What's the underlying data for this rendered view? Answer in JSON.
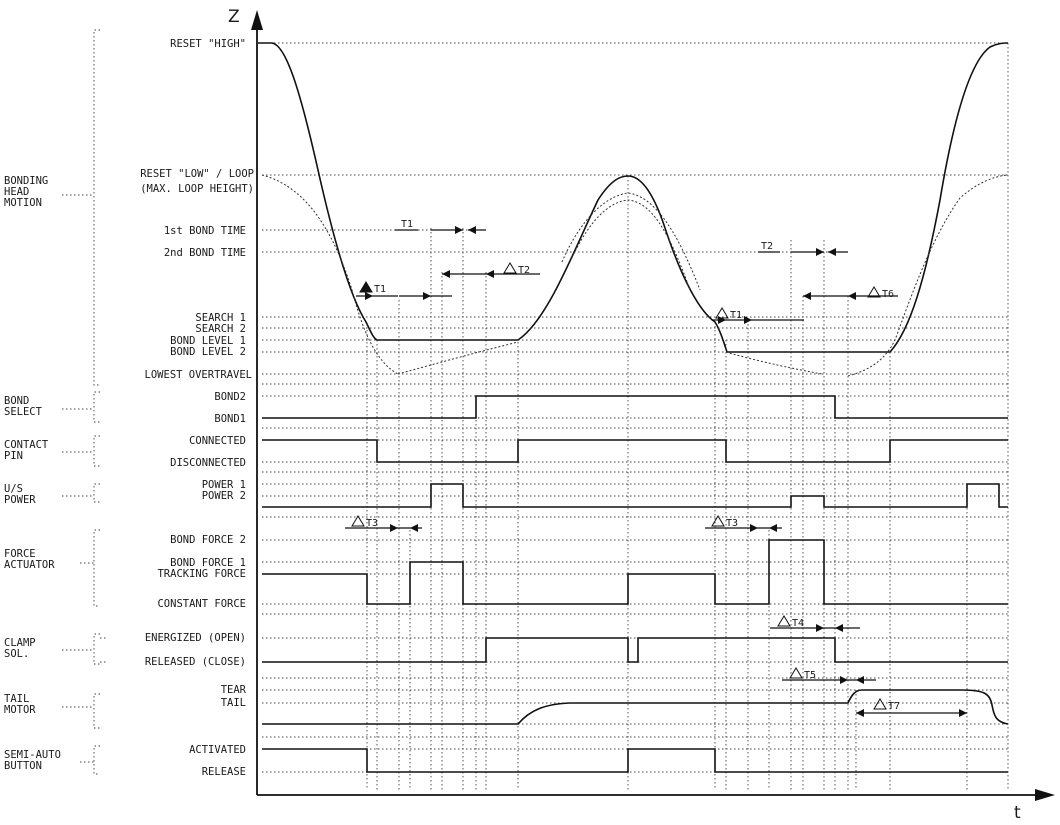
{
  "axes": {
    "z": "Z",
    "t": "t"
  },
  "groups": [
    {
      "id": "bonding-head-motion",
      "label": [
        "BONDING",
        "HEAD",
        "MOTION"
      ]
    },
    {
      "id": "bond-select",
      "label": [
        "BOND",
        "SELECT"
      ]
    },
    {
      "id": "contact-pin",
      "label": [
        "CONTACT",
        "PIN"
      ]
    },
    {
      "id": "us-power",
      "label": [
        "U/S",
        "POWER"
      ]
    },
    {
      "id": "force-actuator",
      "label": [
        "FORCE",
        "ACTUATOR"
      ]
    },
    {
      "id": "clamp-sol",
      "label": [
        "CLAMP",
        "SOL."
      ]
    },
    {
      "id": "tail-motor",
      "label": [
        "TAIL",
        "MOTOR"
      ]
    },
    {
      "id": "semi-auto-button",
      "label": [
        "SEMI-AUTO",
        "BUTTON"
      ]
    }
  ],
  "levels": {
    "reset_high": "RESET \"HIGH\"",
    "reset_low_1": "RESET \"LOW\" / LOOP",
    "reset_low_2": "(MAX. LOOP HEIGHT)",
    "first_bond_time": "1st BOND TIME",
    "second_bond_time": "2nd BOND TIME",
    "search1": "SEARCH 1",
    "search2": "SEARCH 2",
    "bond_level1": "BOND LEVEL 1",
    "bond_level2": "BOND LEVEL 2",
    "lowest_overtravel": "LOWEST OVERTRAVEL",
    "bond2": "BOND2",
    "bond1": "BOND1",
    "connected": "CONNECTED",
    "disconnected": "DISCONNECTED",
    "power1": "POWER 1",
    "power2": "POWER 2",
    "bond_force2": "BOND FORCE 2",
    "bond_force1": "BOND FORCE 1",
    "tracking_force": "TRACKING FORCE",
    "constant_force": "CONSTANT FORCE",
    "energized": "ENERGIZED (OPEN)",
    "released_close": "RELEASED (CLOSE)",
    "tear": "TEAR",
    "tail": "TAIL",
    "activated": "ACTIVATED",
    "release": "RELEASE"
  },
  "intervals": {
    "t1": "T1",
    "t2": "T2",
    "dt1": "T1",
    "dt2": "T2",
    "dt3": "T3",
    "dt4": "T4",
    "dt5": "T5",
    "dt6": "T6",
    "dt7": "T7"
  }
}
